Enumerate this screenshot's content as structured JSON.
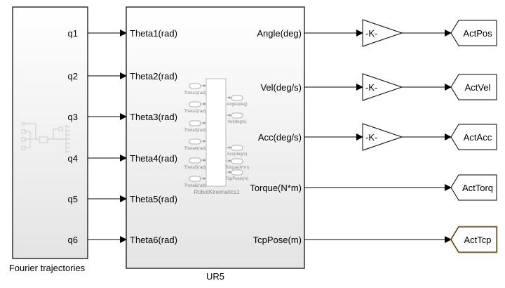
{
  "source_block": {
    "label": "Fourier trajectories",
    "ports": [
      "q1",
      "q2",
      "q3",
      "q4",
      "q5",
      "q6"
    ]
  },
  "ur5_block": {
    "label": "UR5",
    "inputs": [
      "Theta1(rad)",
      "Theta2(rad)",
      "Theta3(rad)",
      "Theta4(rad)",
      "Theta5(rad)",
      "Theta6(rad)"
    ],
    "outputs": [
      "Angle(deg)",
      "Vel(deg/s)",
      "Acc(deg/s)",
      "Torque(N*m)",
      "TcpPose(m)"
    ],
    "thumbnail": {
      "subsystem_label": "RobotKinematics1",
      "inports": [
        "Theta1(rad)",
        "Theta2(rad)",
        "Theta3(rad)",
        "Theta4(rad)",
        "Theta5(rad)",
        "Theta6(rad)"
      ],
      "outports": [
        "Angle(deg)",
        "Vel(deg/s)",
        "Acc(deg/s)",
        "Torque(N*m)",
        "TcpPose(m)"
      ]
    }
  },
  "gains": [
    "-K-",
    "-K-",
    "-K-"
  ],
  "goto_blocks": [
    "ActPos",
    "ActVel",
    "ActAcc",
    "ActTorq",
    "ActTcp"
  ],
  "colors": {
    "selected_highlight": "#f5a623"
  }
}
